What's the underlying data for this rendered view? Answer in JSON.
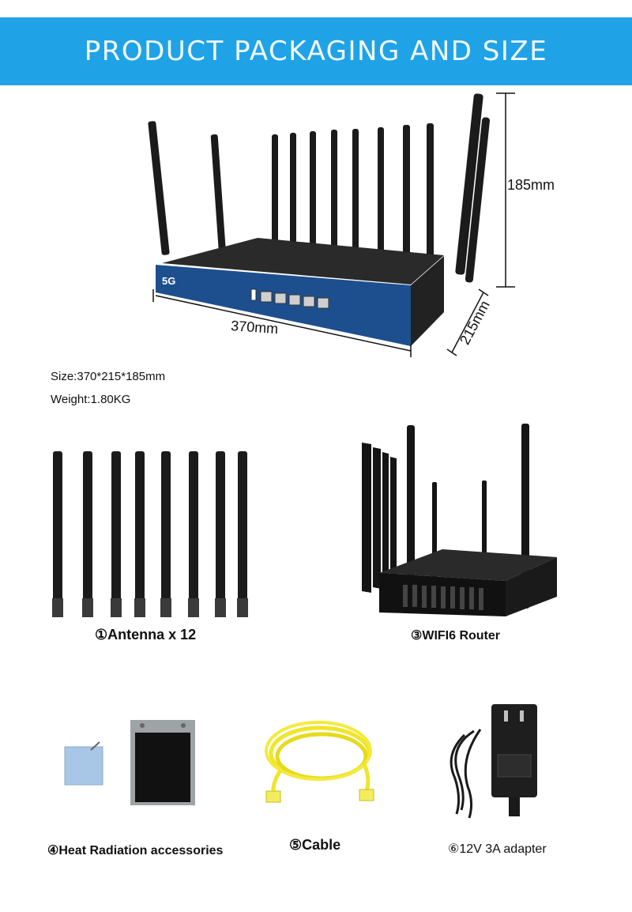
{
  "banner": {
    "title": "PRODUCT PACKAGING AND SIZE"
  },
  "dimensions": {
    "length": "370mm",
    "depth": "215mm",
    "height": "185mm"
  },
  "specs": {
    "size": "Size:370*215*185mm",
    "weight": "Weight:1.80KG"
  },
  "items": [
    {
      "label": "①Antenna x 12"
    },
    {
      "label": "③WIFI6 Router"
    },
    {
      "label": "④Heat Radiation accessories"
    },
    {
      "label": "⑤Cable"
    },
    {
      "label": "⑥12V 3A adapter"
    }
  ],
  "colors": {
    "banner": "#1fa3e6",
    "router_front": "#1d4f8f",
    "cable": "#f0e52a"
  }
}
